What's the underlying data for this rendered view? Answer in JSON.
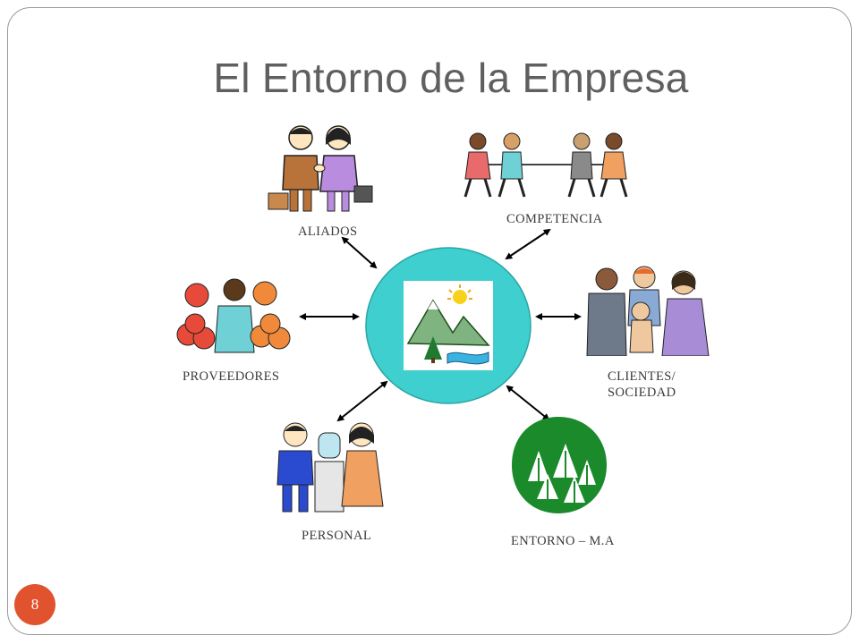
{
  "slide": {
    "title": "El Entorno de la Empresa",
    "page_number": "8",
    "accent_color": "#e0532e",
    "hub_color": "#3fcfcf"
  },
  "diagram": {
    "center": {
      "icon": "mountain-landscape-icon"
    },
    "nodes": {
      "aliados": {
        "label": "ALIADOS",
        "icon": "handshake-people-icon"
      },
      "competencia": {
        "label": "COMPETENCIA",
        "icon": "tug-of-war-icon"
      },
      "proveedores": {
        "label": "PROVEEDORES",
        "icon": "fruit-vendor-icon"
      },
      "clientes": {
        "label_line1": "CLIENTES/",
        "label_line2": "SOCIEDAD",
        "icon": "family-group-icon"
      },
      "personal": {
        "label": "PERSONAL",
        "icon": "water-cooler-icon"
      },
      "entorno": {
        "label": "ENTORNO – M.A",
        "icon": "forest-icon"
      }
    }
  }
}
